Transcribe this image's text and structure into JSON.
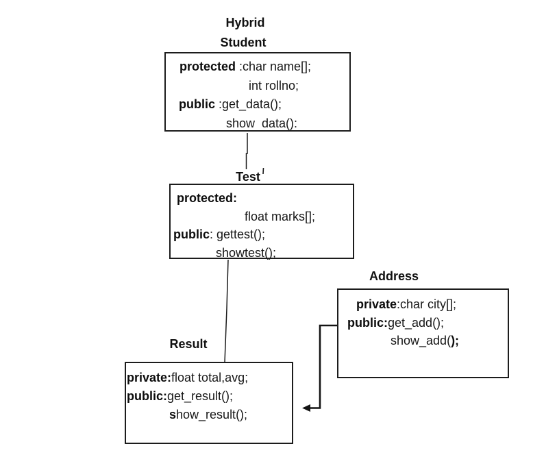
{
  "diagram": {
    "title": "Hybrid",
    "tick_mark": "'",
    "classes": {
      "student": {
        "name": "Student",
        "lines": [
          [
            "protected ",
            ":char name[];"
          ],
          [
            "int rollno;"
          ],
          [
            "public ",
            ":get_data();"
          ],
          [
            "show  data():"
          ]
        ]
      },
      "test": {
        "name": "Test",
        "lines": [
          [
            "protected:"
          ],
          [
            "float marks[];"
          ],
          [
            "public",
            ": gettest();"
          ],
          [
            "showtest();"
          ]
        ]
      },
      "address": {
        "name": "Address",
        "lines": [
          [
            "private",
            ":char city[];"
          ],
          [
            ""
          ],
          [
            "public:",
            "get_add();"
          ],
          [
            "show_add(",
            ");"
          ]
        ]
      },
      "result": {
        "name": "Result",
        "lines": [
          [
            "private:",
            "float total,avg;"
          ],
          [
            ""
          ],
          [
            "public:",
            "get_result();"
          ],
          [
            "s",
            "how_result();"
          ]
        ]
      }
    }
  }
}
